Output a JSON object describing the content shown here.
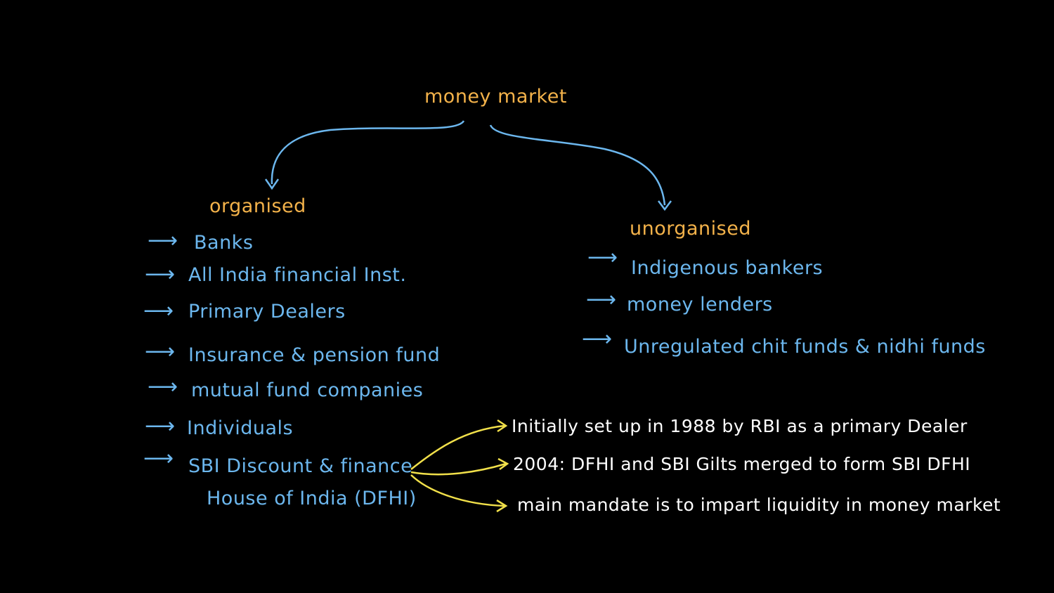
{
  "root": {
    "label": "money market"
  },
  "organised": {
    "label": "organised",
    "items": [
      "Banks",
      "All India financial Inst.",
      "Primary Dealers",
      "Insurance & pension fund",
      "mutual fund companies",
      "Individuals",
      "SBI Discount & finance",
      "House of India (DFHI)"
    ]
  },
  "unorganised": {
    "label": "unorganised",
    "items": [
      "Indigenous bankers",
      "money lenders",
      "Unregulated chit funds & nidhi funds"
    ]
  },
  "dfhi_notes": [
    "Initially set up in 1988 by RBI as a primary Dealer",
    "2004: DFHI and SBI Gilts merged to form SBI DFHI",
    "main mandate is to impart liquidity in money market"
  ],
  "colors": {
    "heading": "#f3b24a",
    "items": "#6cb7ee",
    "notes": "#ffffff",
    "note_arrows": "#f1e04a",
    "background": "#000000"
  }
}
